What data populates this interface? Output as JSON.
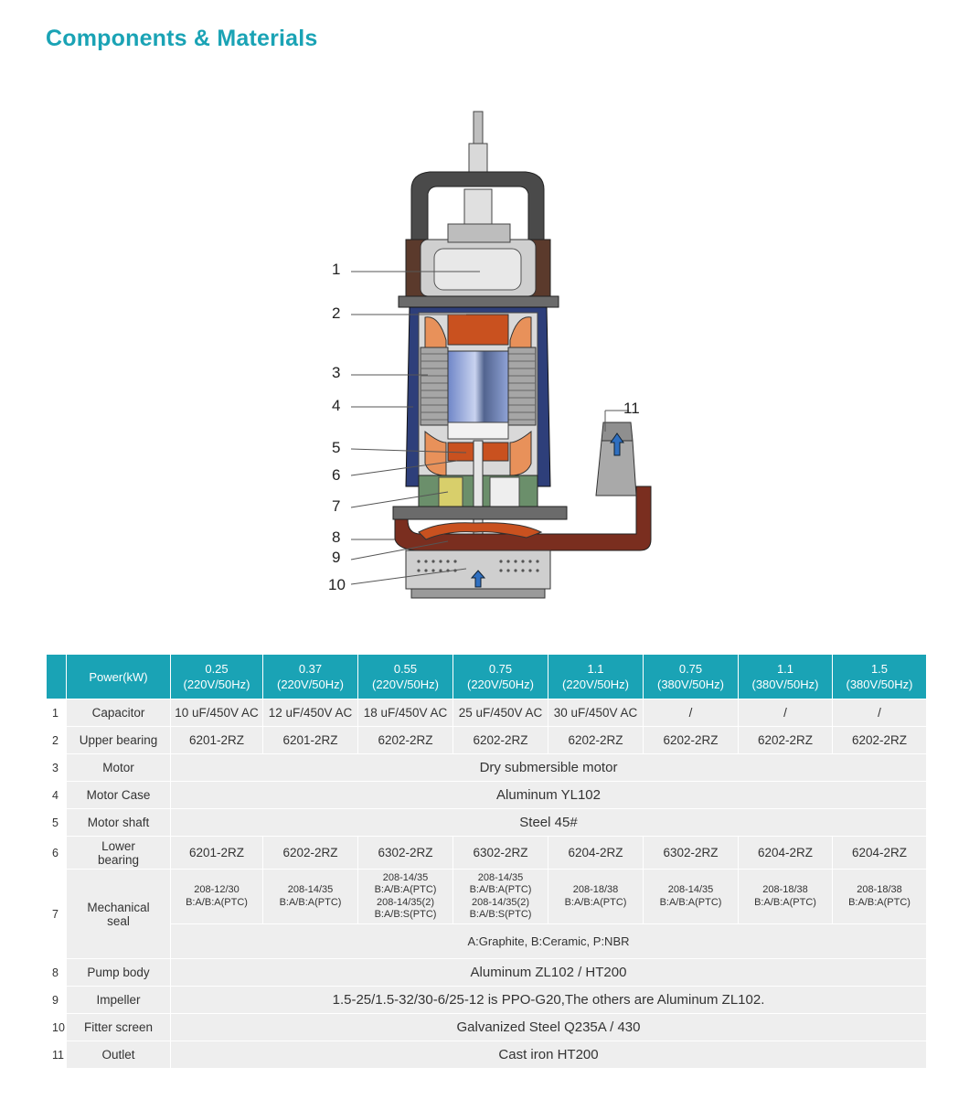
{
  "page": {
    "title": "Components & Materials"
  },
  "diagram": {
    "callouts": [
      "1",
      "2",
      "3",
      "4",
      "5",
      "6",
      "7",
      "8",
      "9",
      "10",
      "11"
    ]
  },
  "table": {
    "header": {
      "first": "",
      "label": "Power(kW)",
      "columns": [
        {
          "power": "0.25",
          "voltage": "(220V/50Hz)"
        },
        {
          "power": "0.37",
          "voltage": "(220V/50Hz)"
        },
        {
          "power": "0.55",
          "voltage": "(220V/50Hz)"
        },
        {
          "power": "0.75",
          "voltage": "(220V/50Hz)"
        },
        {
          "power": "1.1",
          "voltage": "(220V/50Hz)"
        },
        {
          "power": "0.75",
          "voltage": "(380V/50Hz)"
        },
        {
          "power": "1.1",
          "voltage": "(380V/50Hz)"
        },
        {
          "power": "1.5",
          "voltage": "(380V/50Hz)"
        }
      ]
    },
    "rows": {
      "capacitor": {
        "num": "1",
        "name": "Capacitor",
        "values": [
          "10 uF/450V AC",
          "12 uF/450V AC",
          "18 uF/450V AC",
          "25 uF/450V AC",
          "30 uF/450V AC",
          "/",
          "/",
          "/"
        ]
      },
      "upper_bearing": {
        "num": "2",
        "name": "Upper bearing",
        "values": [
          "6201-2RZ",
          "6201-2RZ",
          "6202-2RZ",
          "6202-2RZ",
          "6202-2RZ",
          "6202-2RZ",
          "6202-2RZ",
          "6202-2RZ"
        ]
      },
      "motor": {
        "num": "3",
        "name": "Motor",
        "value": "Dry submersible motor"
      },
      "motor_case": {
        "num": "4",
        "name": "Motor Case",
        "value": "Aluminum YL102"
      },
      "motor_shaft": {
        "num": "5",
        "name": "Motor shaft",
        "value": "Steel 45#"
      },
      "lower_bearing": {
        "num": "6",
        "name_line1": "Lower",
        "name_line2": "bearing",
        "values": [
          "6201-2RZ",
          "6202-2RZ",
          "6302-2RZ",
          "6302-2RZ",
          "6204-2RZ",
          "6302-2RZ",
          "6204-2RZ",
          "6204-2RZ"
        ]
      },
      "mechanical_seal": {
        "num": "7",
        "name_line1": "Mechanical",
        "name_line2": "seal",
        "values": [
          [
            "208-12/30",
            "B:A/B:A(PTC)"
          ],
          [
            "208-14/35",
            "B:A/B:A(PTC)"
          ],
          [
            "208-14/35",
            "B:A/B:A(PTC)",
            "208-14/35(2)",
            "B:A/B:S(PTC)"
          ],
          [
            "208-14/35",
            "B:A/B:A(PTC)",
            "208-14/35(2)",
            "B:A/B:S(PTC)"
          ],
          [
            "208-18/38",
            "B:A/B:A(PTC)"
          ],
          [
            "208-14/35",
            "B:A/B:A(PTC)"
          ],
          [
            "208-18/38",
            "B:A/B:A(PTC)"
          ],
          [
            "208-18/38",
            "B:A/B:A(PTC)"
          ]
        ],
        "legend": "A:Graphite, B:Ceramic, P:NBR"
      },
      "pump_body": {
        "num": "8",
        "name": "Pump body",
        "value": "Aluminum ZL102 / HT200"
      },
      "impeller": {
        "num": "9",
        "name": "Impeller",
        "value": "1.5-25/1.5-32/30-6/25-12 is PPO-G20,The others are Aluminum ZL102."
      },
      "fitter_screen": {
        "num": "10",
        "name": "Fitter screen",
        "value": "Galvanized Steel Q235A / 430"
      },
      "outlet": {
        "num": "11",
        "name": "Outlet",
        "value": "Cast iron HT200"
      }
    }
  },
  "colors": {
    "accent": "#1aa3b5",
    "row_bg": "#eeeeee"
  }
}
